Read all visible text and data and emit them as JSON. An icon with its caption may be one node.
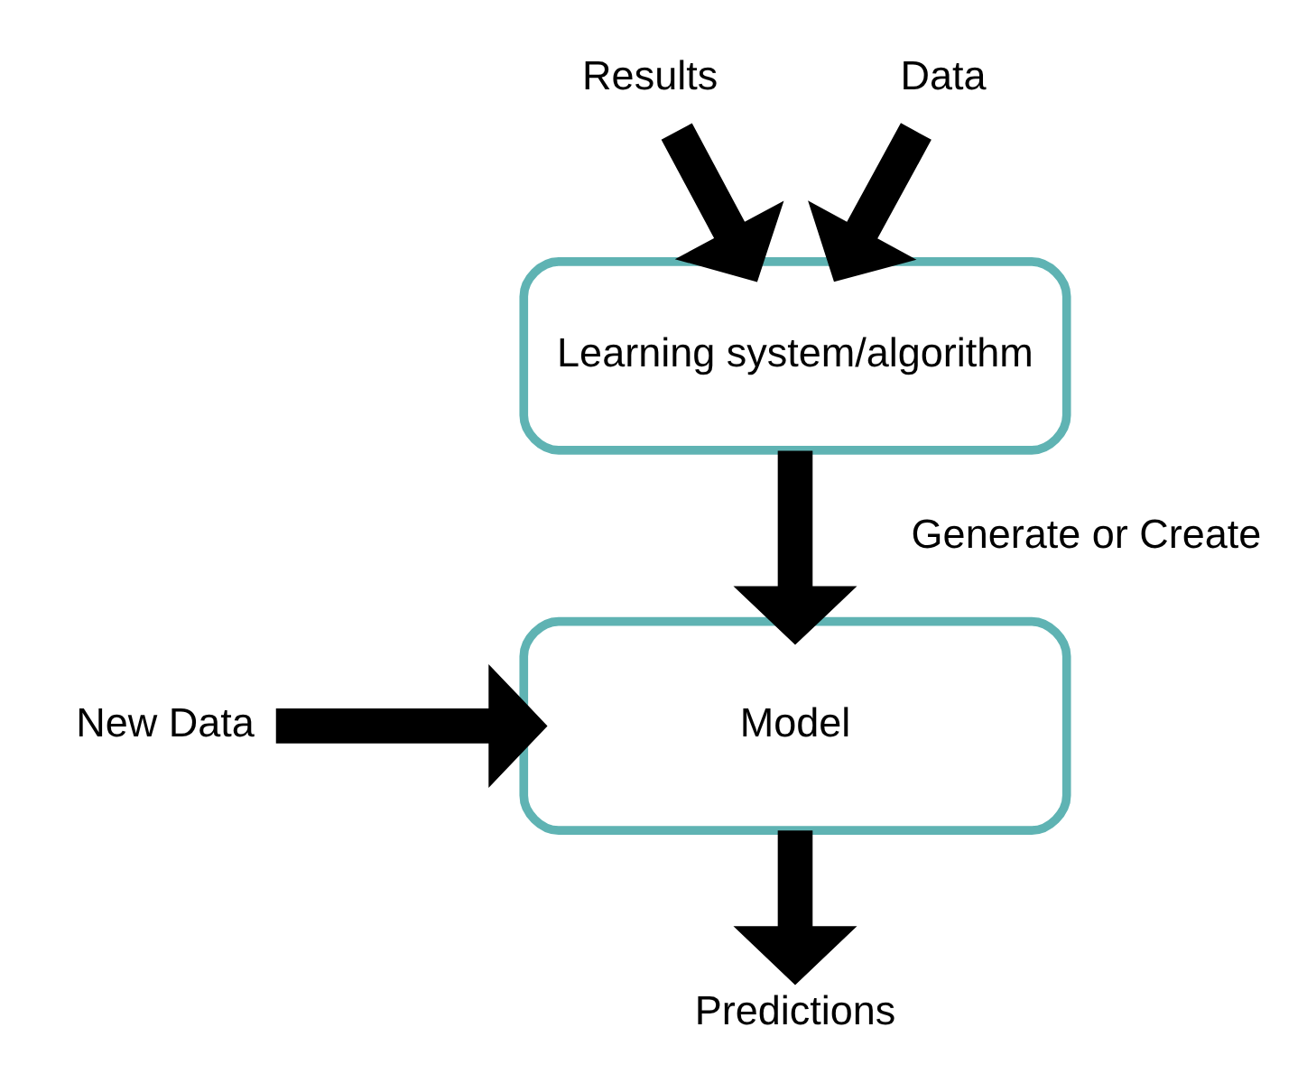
{
  "diagram": {
    "nodes": [
      {
        "text": [
          "Results"
        ]
      },
      {
        "text": [
          "Data"
        ]
      },
      {
        "text": [
          "Learning system/algorithm"
        ]
      },
      {
        "text": [
          "Model"
        ]
      },
      {
        "text": [
          "New Data"
        ]
      },
      {
        "text": [
          "Predictions"
        ]
      }
    ],
    "edges": [
      {
        "from": 0,
        "to": 2,
        "arrow": "to"
      },
      {
        "from": 1,
        "to": 2,
        "arrow": "to"
      },
      {
        "from": 2,
        "to": 3,
        "arrow": "to",
        "label": "Generate or Create"
      },
      {
        "from": 4,
        "to": 3,
        "arrow": "to"
      },
      {
        "from": 3,
        "to": 5,
        "arrow": "to"
      }
    ]
  }
}
